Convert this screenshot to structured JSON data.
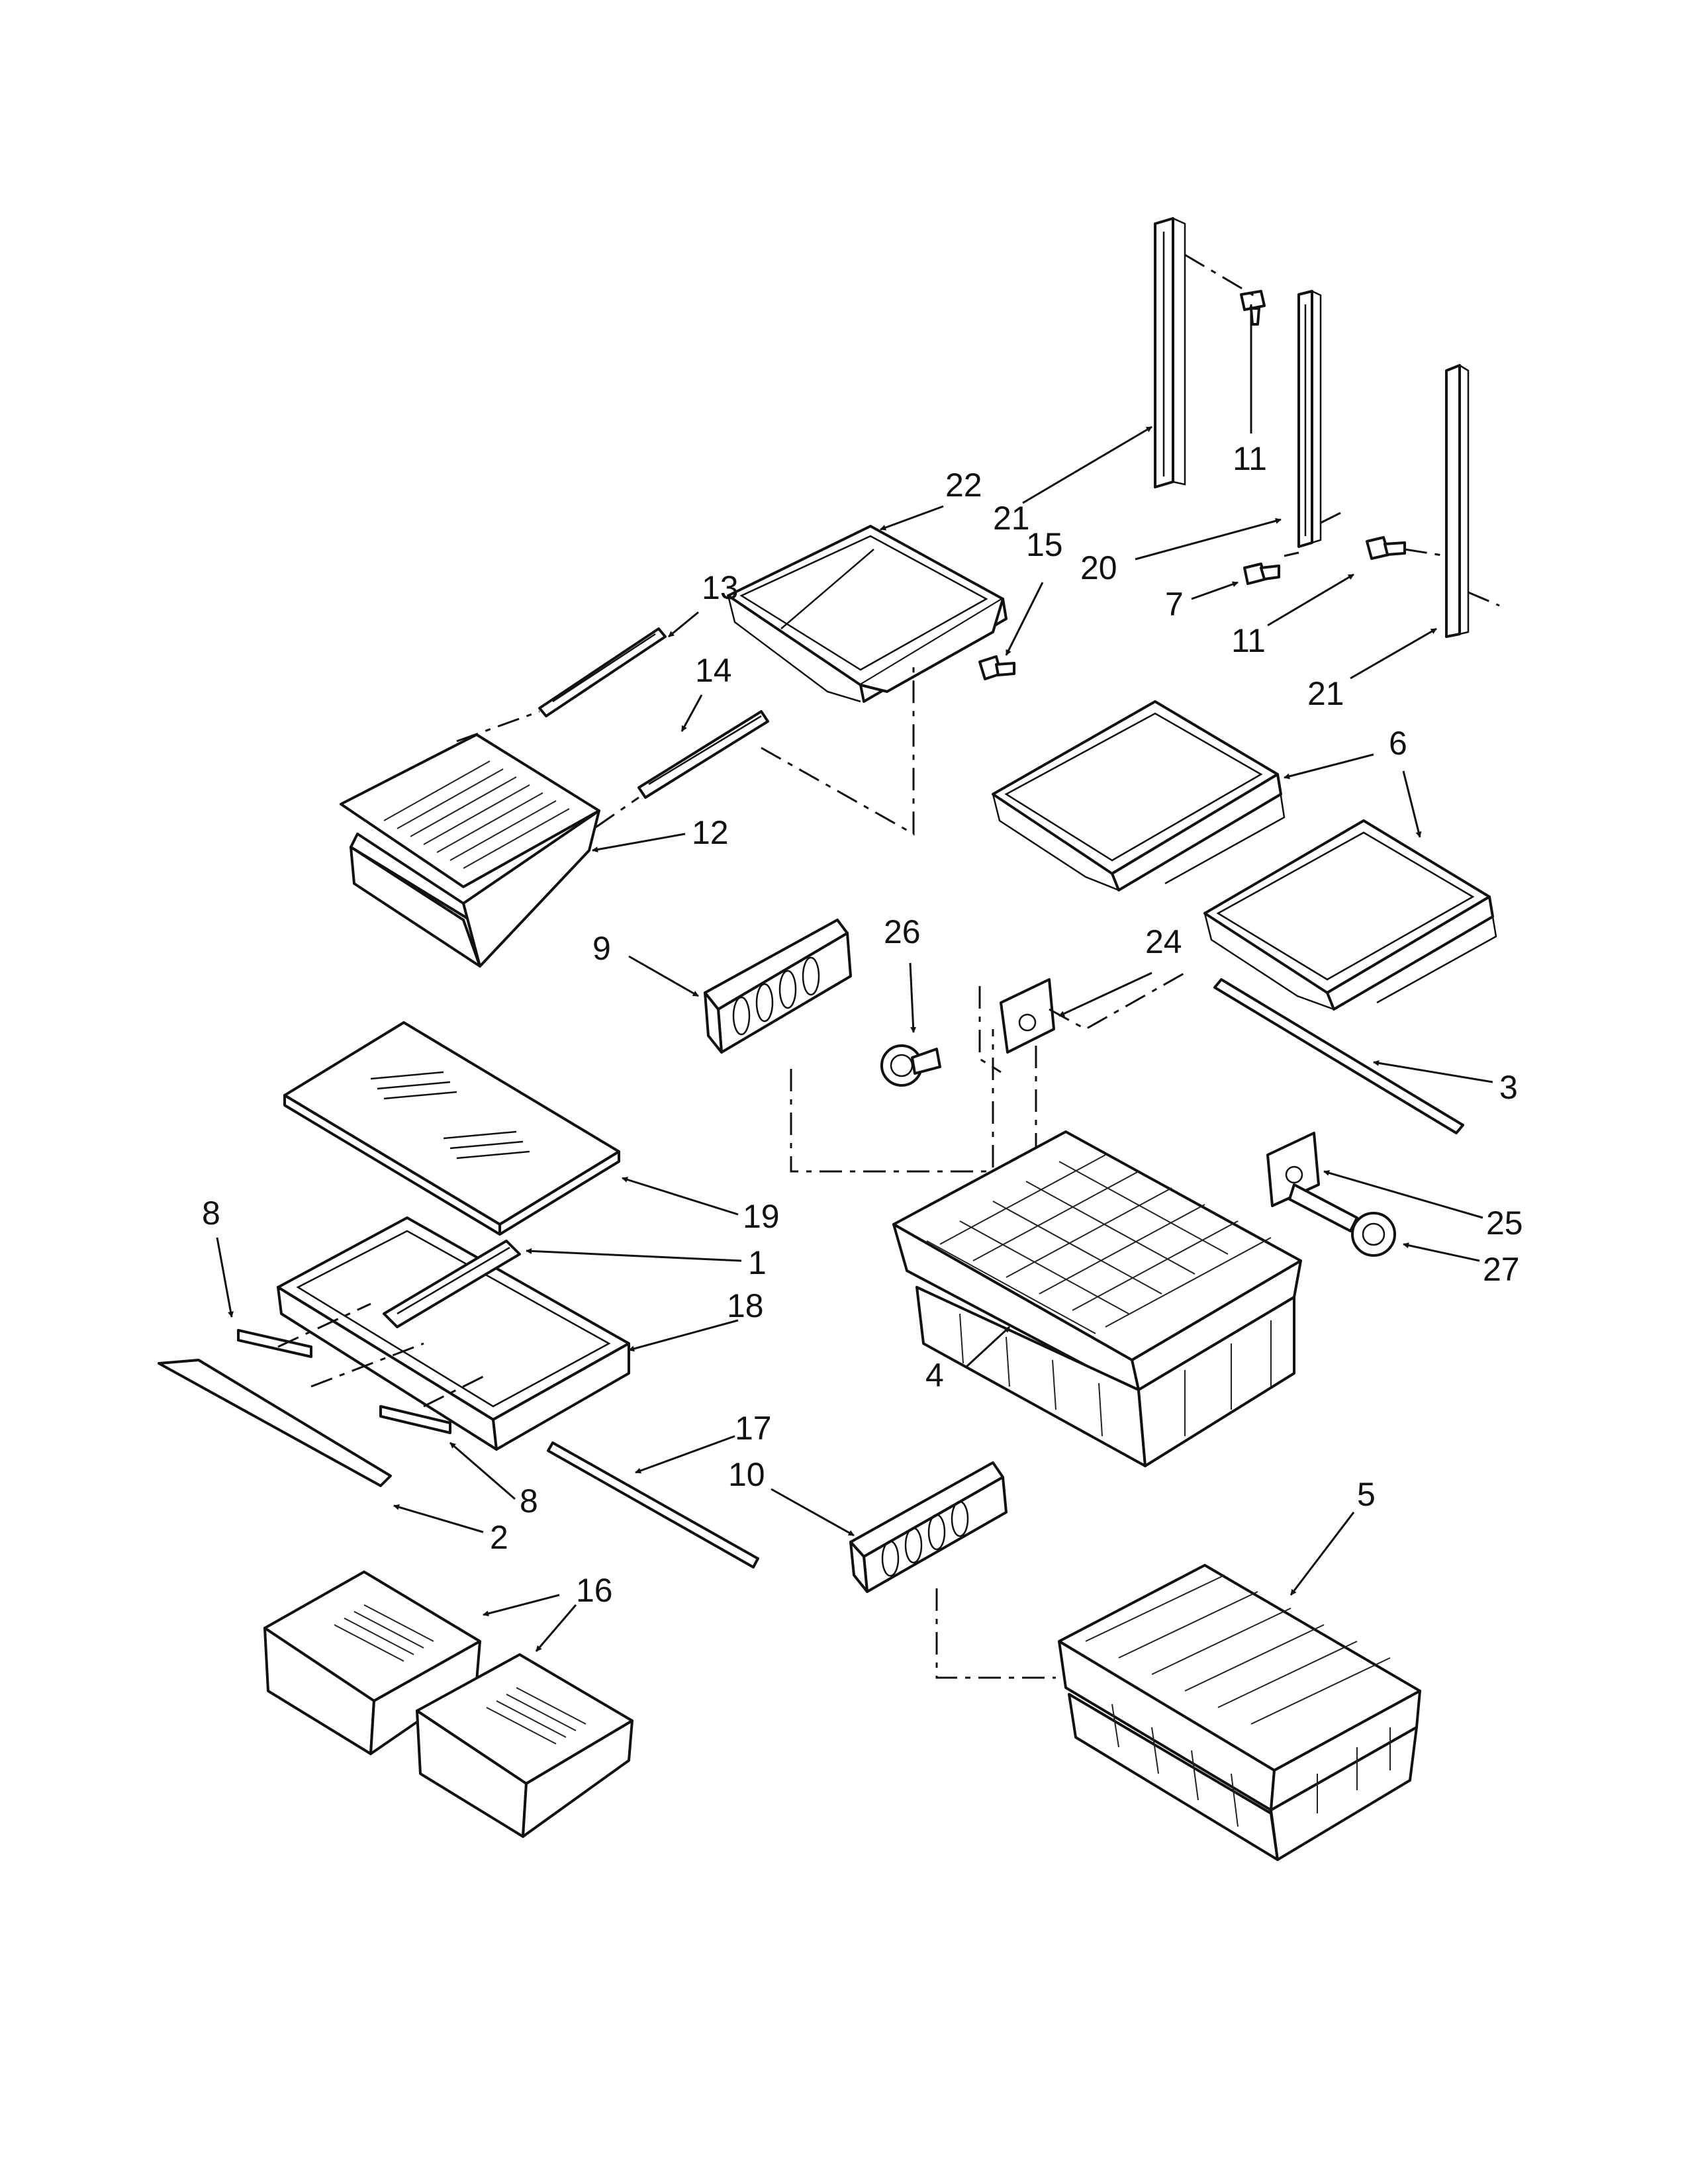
{
  "callouts": [
    {
      "id": "c22",
      "text": "22"
    },
    {
      "id": "c21a",
      "text": "21"
    },
    {
      "id": "c15",
      "text": "15"
    },
    {
      "id": "c11a",
      "text": "11"
    },
    {
      "id": "c20",
      "text": "20"
    },
    {
      "id": "c7",
      "text": "7"
    },
    {
      "id": "c11b",
      "text": "11"
    },
    {
      "id": "c21b",
      "text": "21"
    },
    {
      "id": "c13",
      "text": "13"
    },
    {
      "id": "c14",
      "text": "14"
    },
    {
      "id": "c12",
      "text": "12"
    },
    {
      "id": "c6",
      "text": "6"
    },
    {
      "id": "c9",
      "text": "9"
    },
    {
      "id": "c26",
      "text": "26"
    },
    {
      "id": "c24",
      "text": "24"
    },
    {
      "id": "c3",
      "text": "3"
    },
    {
      "id": "c19",
      "text": "19"
    },
    {
      "id": "c8a",
      "text": "8"
    },
    {
      "id": "c1",
      "text": "1"
    },
    {
      "id": "c18",
      "text": "18"
    },
    {
      "id": "c25",
      "text": "25"
    },
    {
      "id": "c27",
      "text": "27"
    },
    {
      "id": "c4",
      "text": "4"
    },
    {
      "id": "c17",
      "text": "17"
    },
    {
      "id": "c10",
      "text": "10"
    },
    {
      "id": "c8b",
      "text": "8"
    },
    {
      "id": "c2",
      "text": "2"
    },
    {
      "id": "c5",
      "text": "5"
    },
    {
      "id": "c16",
      "text": "16"
    }
  ]
}
